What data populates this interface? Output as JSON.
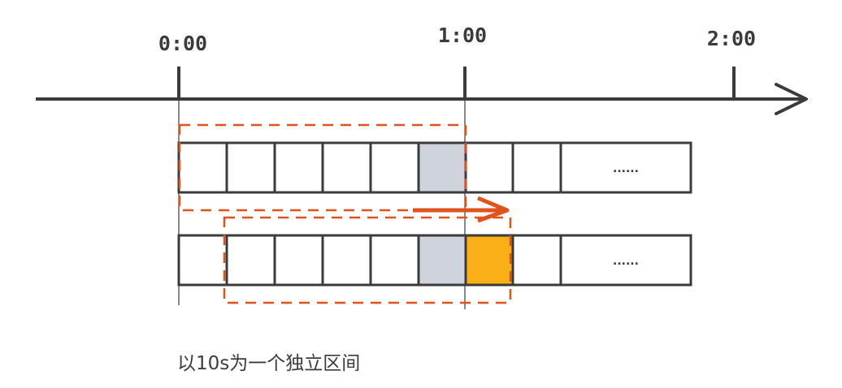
{
  "timeline": {
    "ticks": [
      {
        "label": "0:00",
        "minute": 0
      },
      {
        "label": "1:00",
        "minute": 1
      },
      {
        "label": "2:00",
        "minute": 2
      }
    ]
  },
  "rows": [
    {
      "name": "window-row-1",
      "cells": [
        "empty",
        "empty",
        "empty",
        "empty",
        "empty",
        "gray",
        "empty",
        "empty"
      ],
      "ellipsis": "......",
      "window_start_cell": 0
    },
    {
      "name": "window-row-2",
      "cells": [
        "empty",
        "empty",
        "empty",
        "empty",
        "empty",
        "gray",
        "orange",
        "empty"
      ],
      "ellipsis": "......",
      "window_start_cell": 1
    }
  ],
  "colors": {
    "line": "#3a3b3d",
    "gray": "#cfd3dc",
    "orange": "#f8b016",
    "accent": "#e0531d"
  },
  "caption": "以10s为一个独立区间"
}
